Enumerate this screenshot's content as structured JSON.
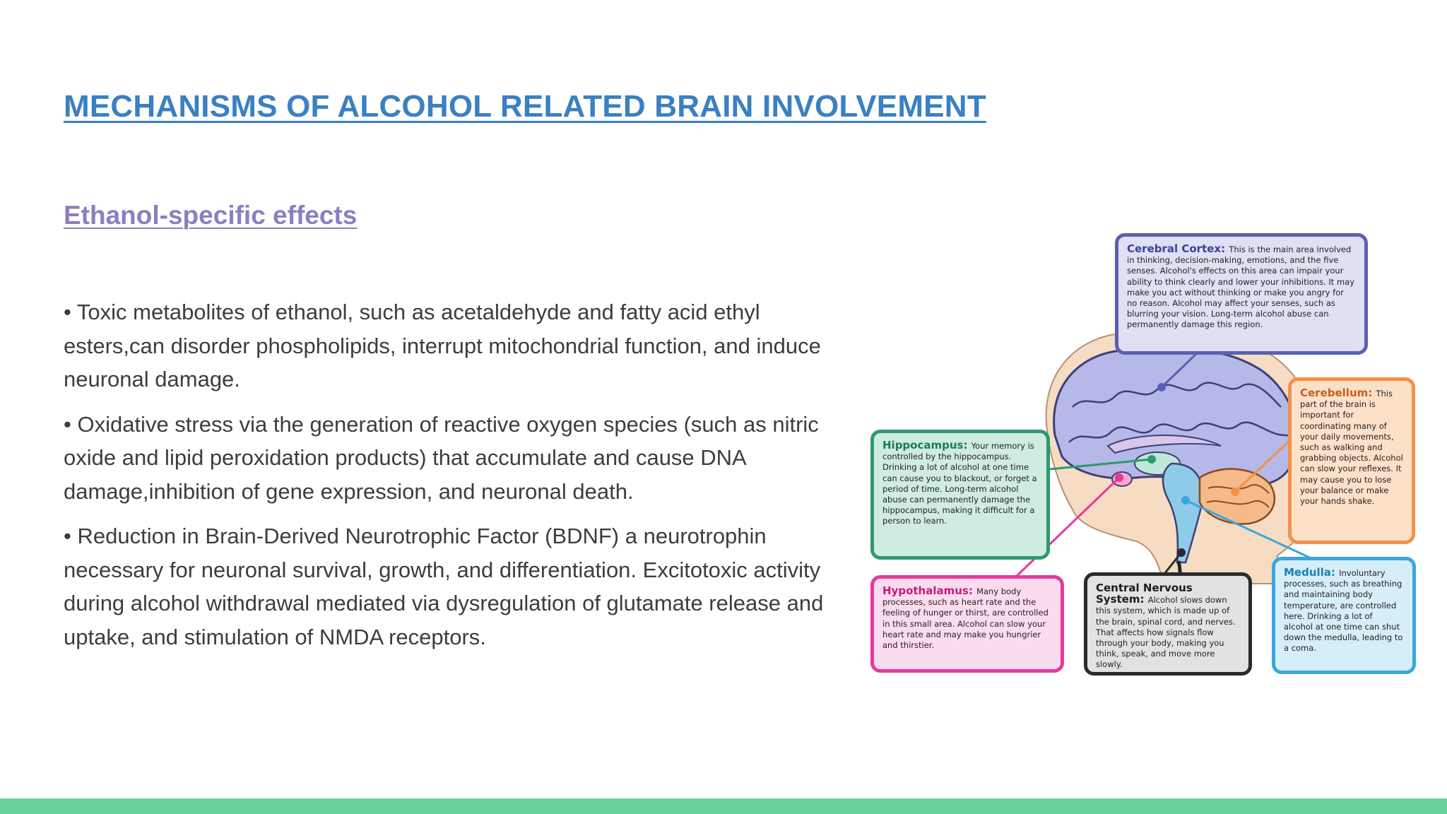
{
  "slide": {
    "title": "MECHANISMS OF ALCOHOL RELATED BRAIN INVOLVEMENT",
    "subtitle": "Ethanol-specific effects",
    "bullets": [
      "• Toxic metabolites of ethanol, such as acetaldehyde and fatty acid ethyl esters,can disorder phospholipids, interrupt mitochondrial function, and induce neuronal damage.",
      "• Oxidative stress via the generation of reactive oxygen species (such as nitric oxide and lipid peroxidation products) that accumulate and cause DNA damage,inhibition of gene expression, and neuronal death.",
      "• Reduction in Brain-Derived Neurotrophic Factor (BDNF) a neurotrophin necessary for neuronal survival, growth, and differentiation. Excitotoxic activity during alcohol withdrawal mediated via dysregulation of glutamate release and uptake, and stimulation of NMDA receptors."
    ]
  },
  "diagram": {
    "cortex": {
      "title": "Cerebral Cortex:",
      "text": "This is the main area involved in thinking, decision-making, emotions, and the five senses. Alcohol's effects on this area can impair your ability to think clearly and lower your inhibitions. It may make you act without thinking or make you angry for no reason. Alcohol may affect your senses, such as blurring your vision. Long-term alcohol abuse can permanently damage this region."
    },
    "cerebellum": {
      "title": "Cerebellum:",
      "text": "This part of the brain is important for coordinating many of your daily movements, such as walking and grabbing objects. Alcohol can slow your reflexes. It may cause you to lose your balance or make your hands shake."
    },
    "hippocampus": {
      "title": "Hippocampus:",
      "text": "Your memory is controlled by the hippocampus. Drinking a lot of alcohol at one time can cause you to blackout, or forget a period of time. Long-term alcohol abuse can permanently damage the hippocampus, making it difficult for a person to learn."
    },
    "hypothalamus": {
      "title": "Hypothalamus:",
      "text": "Many body processes, such as heart rate and the feeling of hunger or thirst, are controlled in this small area. Alcohol can slow your heart rate and may make you hungrier and thirstier."
    },
    "cns": {
      "title": "Central Nervous System:",
      "text": "Alcohol slows down this system, which is made up of the brain, spinal cord, and nerves. That affects how signals flow through your body, making you think, speak, and move more slowly."
    },
    "medulla": {
      "title": "Medulla:",
      "text": "Involuntary processes, such as breathing and maintaining body temperature, are controlled here. Drinking a lot of alcohol at one time can shut down the medulla, leading to a coma."
    }
  },
  "colors": {
    "title": "#3a80c3",
    "subtitle": "#8b7fc1",
    "bottom_bar": "#66d19a",
    "cortex": "#5b5fb4",
    "cerebellum": "#f1924a",
    "hippocampus": "#2d9a6e",
    "hypothalamus": "#e63a9a",
    "cns": "#2a2a2a",
    "medulla": "#3aa6de"
  }
}
